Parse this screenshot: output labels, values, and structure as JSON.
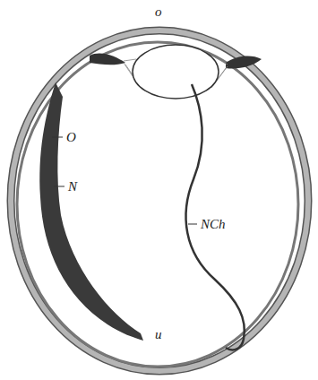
{
  "diagram": {
    "labels": [
      "o",
      "O",
      "N",
      "NCh",
      "u"
    ]
  }
}
